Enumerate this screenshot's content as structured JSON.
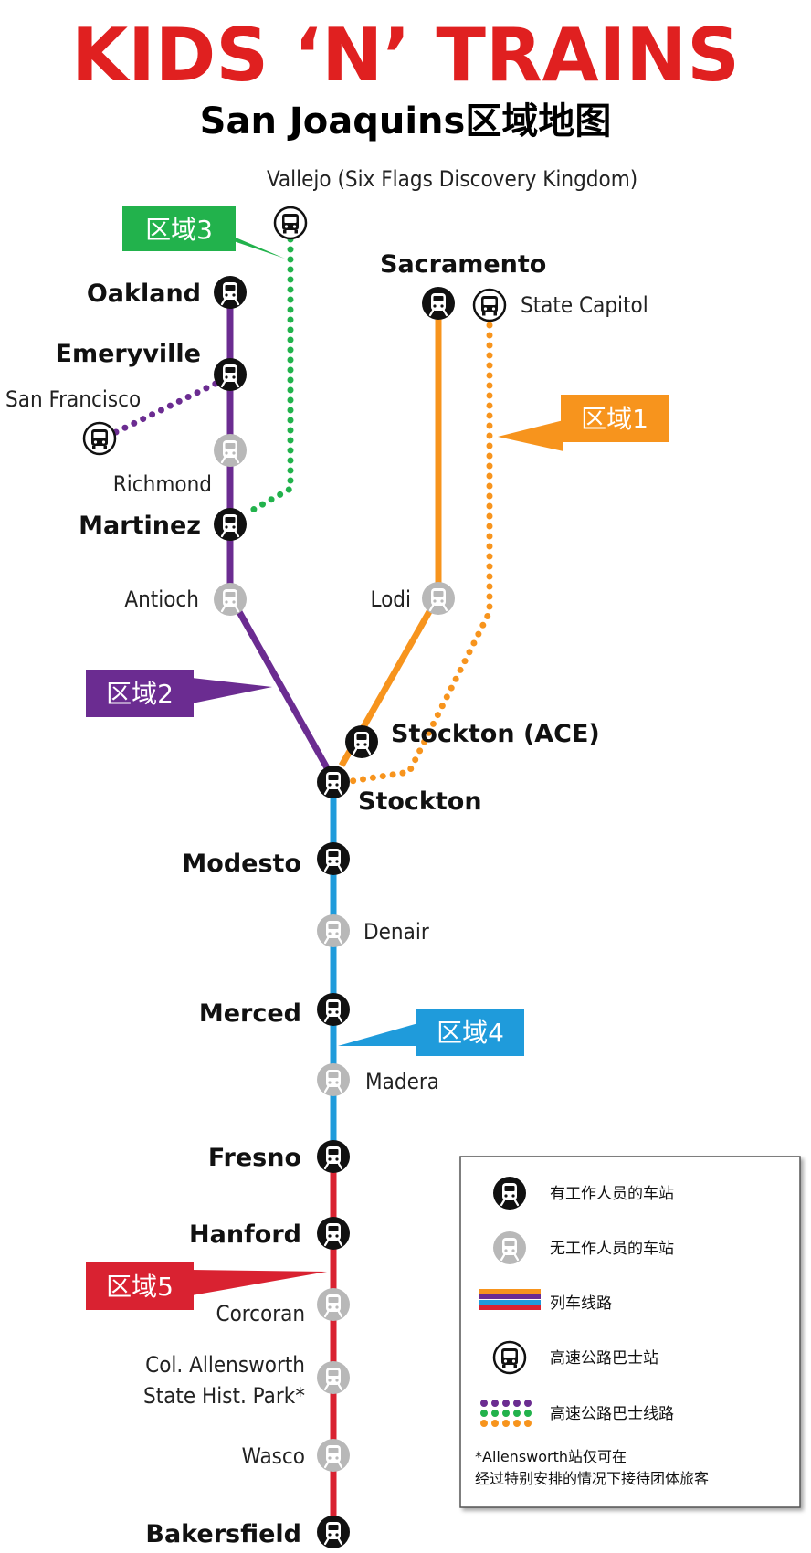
{
  "header": {
    "brand": "KIDS ‘N’ TRAINS",
    "subtitle": "San Joaquins区域地图"
  },
  "colors": {
    "brand_red": "#e02020",
    "region1": "#f7941d",
    "region2": "#6b2c91",
    "region3": "#22b24c",
    "region4": "#1f9bdb",
    "region5": "#d92231",
    "staffed": "#111111",
    "unstaffed": "#b8b8b8"
  },
  "regions": {
    "r1": "区域1",
    "r2": "区域2",
    "r3": "区域3",
    "r4": "区域4",
    "r5": "区域5"
  },
  "stations": {
    "vallejo": "Vallejo (Six Flags Discovery Kingdom)",
    "oakland": "Oakland",
    "emeryville": "Emeryville",
    "san_francisco": "San Francisco",
    "richmond": "Richmond",
    "martinez": "Martinez",
    "antioch": "Antioch",
    "sacramento": "Sacramento",
    "state_capitol": "State Capitol",
    "lodi": "Lodi",
    "stockton_ace": "Stockton (ACE)",
    "stockton": "Stockton",
    "modesto": "Modesto",
    "denair": "Denair",
    "merced": "Merced",
    "madera": "Madera",
    "fresno": "Fresno",
    "hanford": "Hanford",
    "corcoran": "Corcoran",
    "allensworth_1": "Col. Allensworth",
    "allensworth_2": "State Hist. Park*",
    "wasco": "Wasco",
    "bakersfield": "Bakersfield"
  },
  "legend": {
    "staffed": "有工作人员的车站",
    "unstaffed": "无工作人员的车站",
    "train_route": "列车线路",
    "bus_stop": "高速公路巴士站",
    "bus_route": "高速公路巴士线路",
    "note_line1": "*Allensworth站仅可在",
    "note_line2": "经过特别安排的情况下接待团体旅客"
  }
}
